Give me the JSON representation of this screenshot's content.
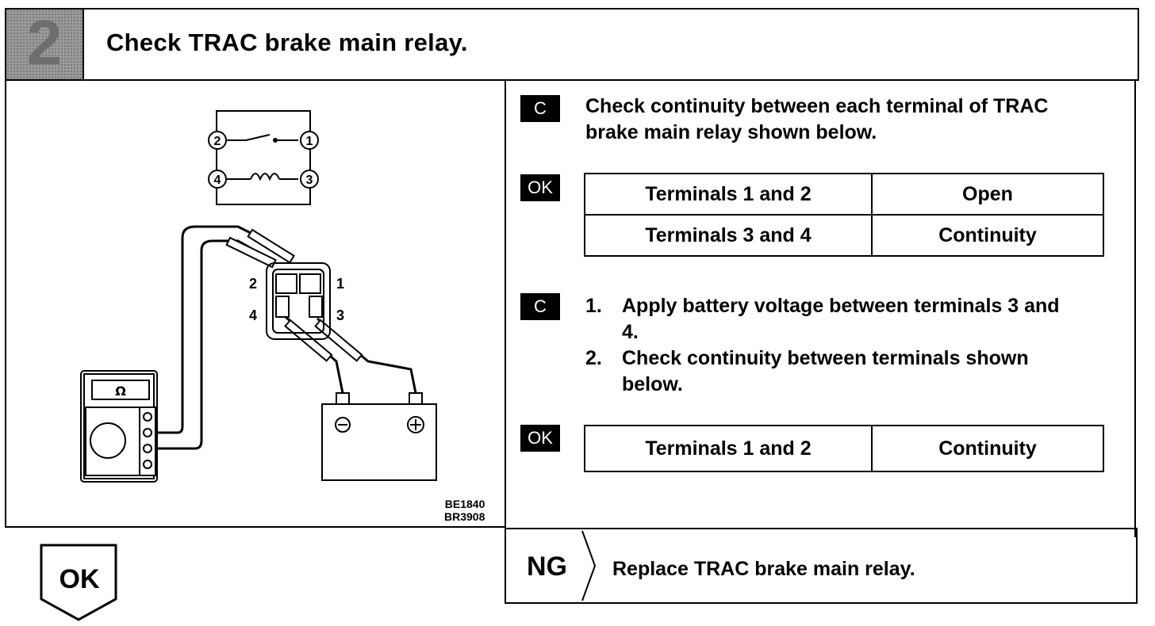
{
  "step": {
    "number": "2",
    "title": "Check TRAC brake main relay."
  },
  "diagram": {
    "terminal_numbers": [
      "1",
      "2",
      "3",
      "4"
    ],
    "ohmmeter_symbol": "Ω",
    "codes": [
      "BE1840",
      "BR3908"
    ]
  },
  "checks": [
    {
      "badge": "C",
      "instruction_lines": [
        "Check continuity between each terminal of  TRAC",
        "brake main relay shown below."
      ],
      "ok_badge": "OK",
      "table": [
        [
          "Terminals 1 and 2",
          "Open"
        ],
        [
          "Terminals 3 and 4",
          "Continuity"
        ]
      ]
    },
    {
      "badge": "C",
      "items": [
        {
          "num": "1.",
          "lines": [
            "Apply battery voltage between terminals 3 and",
            "4."
          ]
        },
        {
          "num": "2.",
          "lines": [
            "Check continuity between terminals shown",
            "below."
          ]
        }
      ],
      "ok_badge": "OK",
      "table": [
        [
          "Terminals 1 and 2",
          "Continuity"
        ]
      ]
    }
  ],
  "result": {
    "ng_label": "NG",
    "ng_action": "Replace TRAC brake main relay.",
    "ok_label": "OK"
  }
}
